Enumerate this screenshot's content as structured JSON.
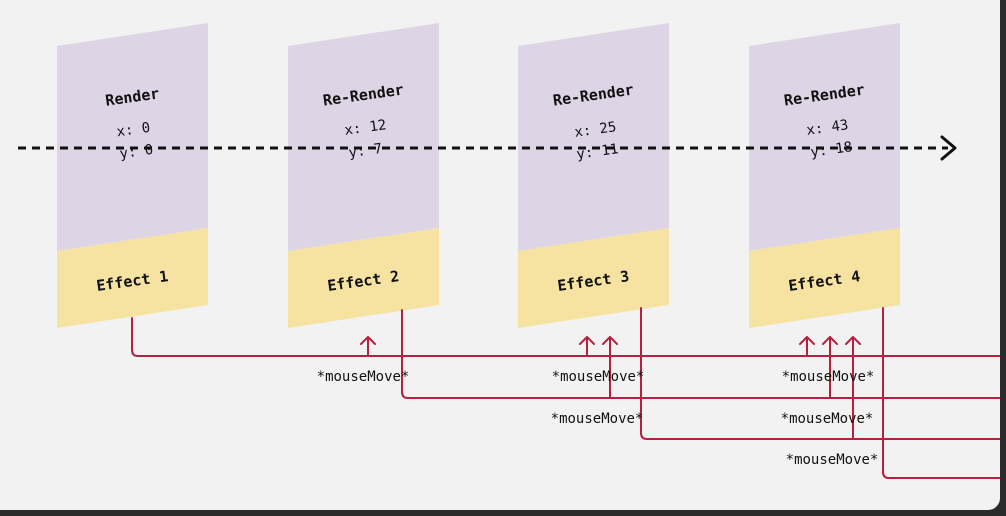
{
  "colors": {
    "background": "#f2f2f2",
    "frame": "#2b2b2b",
    "render_card": "#ddd5e6",
    "effect_card": "#f6e3a2",
    "connector": "#b5203f",
    "timeline": "#111111",
    "text": "#111111"
  },
  "renders": [
    {
      "title": "Render",
      "x_line": "x: 0",
      "y_line": "y: 0",
      "effect": "Effect 1"
    },
    {
      "title": "Re-Render",
      "x_line": "x: 12",
      "y_line": "y: 7",
      "effect": "Effect 2"
    },
    {
      "title": "Re-Render",
      "x_line": "x: 25",
      "y_line": "y: 11",
      "effect": "Effect 3"
    },
    {
      "title": "Re-Render",
      "x_line": "x: 43",
      "y_line": "y: 18",
      "effect": "Effect 4"
    }
  ],
  "events": {
    "label": "*mouseMove*"
  }
}
